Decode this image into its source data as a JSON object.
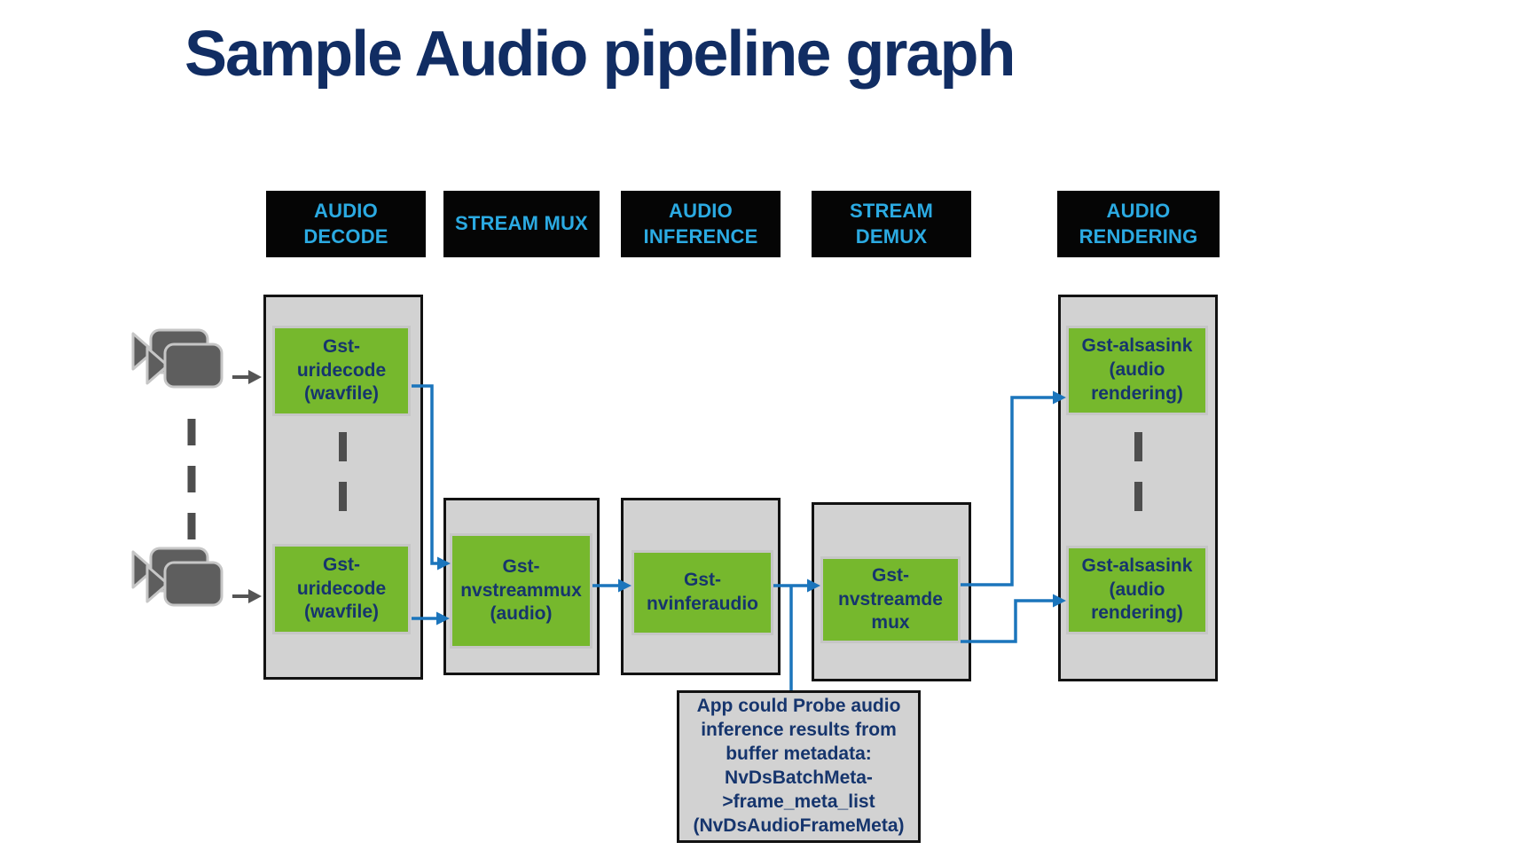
{
  "title": "Sample Audio pipeline graph",
  "pipeline": {
    "stages": [
      {
        "header": "AUDIO\nDECODE"
      },
      {
        "header": "STREAM MUX"
      },
      {
        "header": "AUDIO\nINFERENCE"
      },
      {
        "header": "STREAM\nDEMUX"
      },
      {
        "header": "AUDIO\nRENDERING"
      }
    ],
    "nodes": {
      "uridecode_top": "Gst-\nuridecode\n(wavfile)",
      "uridecode_bottom": "Gst-\nuridecode\n(wavfile)",
      "nvstreammux": "Gst-\nnvstreammux\n(audio)",
      "nvinferaudio": "Gst-\nnvinferaudio",
      "nvstreamdemux": "Gst-\nnvstreamde\nmux",
      "alsasink_top": "Gst-alsasink\n(audio\nrendering)",
      "alsasink_bottom": "Gst-alsasink\n(audio\nrendering)"
    }
  },
  "note": "App could Probe audio\ninference results from\nbuffer metadata:\nNvDsBatchMeta-\n>frame_meta_list\n(NvDsAudioFrameMeta)",
  "icons": {
    "source_top": "video-camera-stack-icon",
    "source_bottom": "video-camera-stack-icon"
  },
  "theme": {
    "title_color": "#112D63",
    "label_navy": "#16356D",
    "header_cyan": "#2BAAE2",
    "header_bg": "#050505",
    "node_green": "#76B82D",
    "container_gray": "#D2D2D2",
    "connector_blue": "#1B75BC",
    "icon_dark_gray": "#5E5E5E"
  }
}
